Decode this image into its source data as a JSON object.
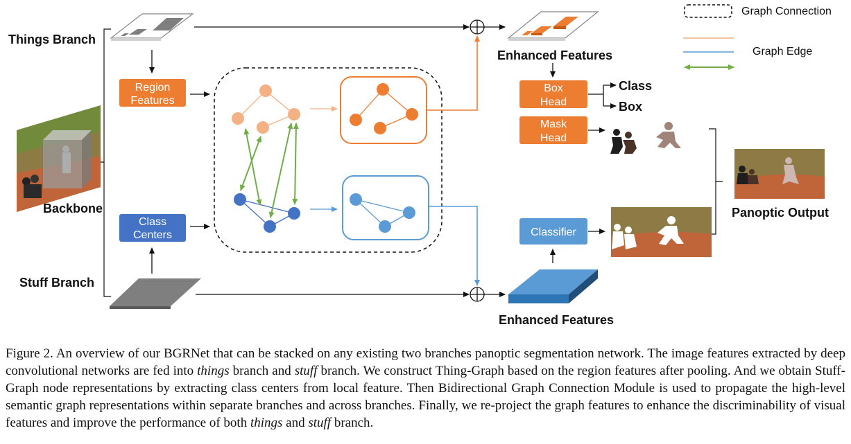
{
  "figure": {
    "branches": {
      "things": "Things Branch",
      "stuff": "Stuff Branch",
      "backbone": "Backbone"
    },
    "boxes": {
      "region_l1": "Region",
      "region_l2": "Features",
      "class_l1": "Class",
      "class_l2": "Centers",
      "boxhead_l1": "Box",
      "boxhead_l2": "Head",
      "maskhead_l1": "Mask",
      "maskhead_l2": "Head",
      "classifier": "Classifier"
    },
    "outputs": {
      "enhanced_top": "Enhanced Features",
      "enhanced_bottom": "Enhanced Features",
      "class": "Class",
      "box": "Box",
      "panoptic": "Panoptic Output"
    },
    "legend": {
      "graph_connection": "Graph Connection",
      "graph_edge": "Graph Edge"
    },
    "colors": {
      "orange": "#ed7d31",
      "light_orange": "#f4b183",
      "blue": "#4472c4",
      "light_blue": "#5b9bd5",
      "green": "#70ad47"
    }
  },
  "caption": {
    "s1": "Figure 2. An overview of our BGRNet that can be stacked on any existing two branches panoptic segmentation network.  The image features extracted by deep convolutional networks are fed into ",
    "things": "things",
    "s2": " branch and ",
    "stuff": "stuff",
    "s3": " branch.  We construct Thing-Graph based on the region features after pooling.  And we obtain Stuff-Graph node representations by extracting class centers from local feature.  Then Bidirectional Graph Connection Module is used to propagate the high-level semantic graph representations within separate branches and across branches. Finally, we re-project the graph features to enhance the discriminability of visual features and improve the performance of both ",
    "things2": "things",
    "s4": " and ",
    "stuff2": "stuff",
    "s5": " branch."
  }
}
